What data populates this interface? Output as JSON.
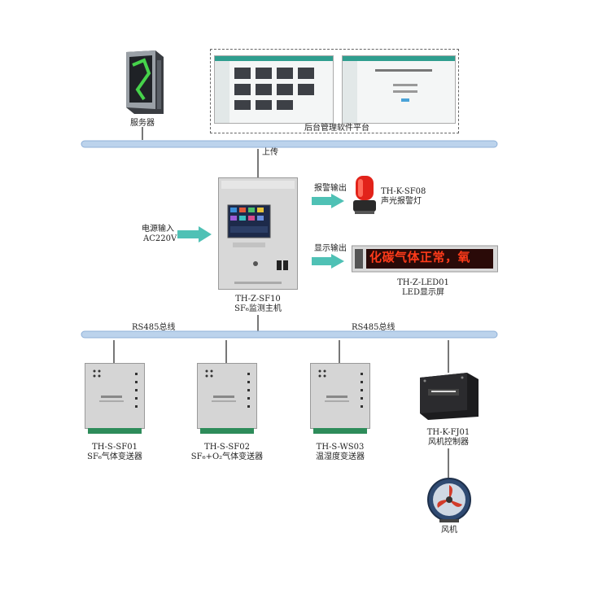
{
  "labels": {
    "server": "服务器",
    "platform": "后台管理软件平台",
    "upload": "上传",
    "alarm_output": "报警输出",
    "display_output": "显示输出",
    "power_input": "电源输入",
    "power_voltage": "AC220V",
    "alarm_light_model": "TH-K-SF08",
    "alarm_light_name": "声光报警灯",
    "led_model": "TH-Z-LED01",
    "led_name": "LED显示屏",
    "led_text": "化碳气体正常，氧",
    "host_model": "TH-Z-SF10",
    "host_name": "SF₆监测主机",
    "bus_left": "RS485总线",
    "bus_right": "RS485总线",
    "fan_controller_model": "TH-K-FJ01",
    "fan_controller_name": "风机控制器",
    "fan_name": "风机",
    "sensor1_model": "TH-S-SF01",
    "sensor1_name": "SF₆气体变送器",
    "sensor2_model": "TH-S-SF02",
    "sensor2_name": "SF₆+O₂气体变送器",
    "sensor3_model": "TH-S-WS03",
    "sensor3_name": "温湿度变送器"
  },
  "colors": {
    "bus": "#bcd3ec",
    "arrow": "#4fc1b5",
    "led_text": "#ff3b1a",
    "device_panel": "#d9d9d9"
  }
}
